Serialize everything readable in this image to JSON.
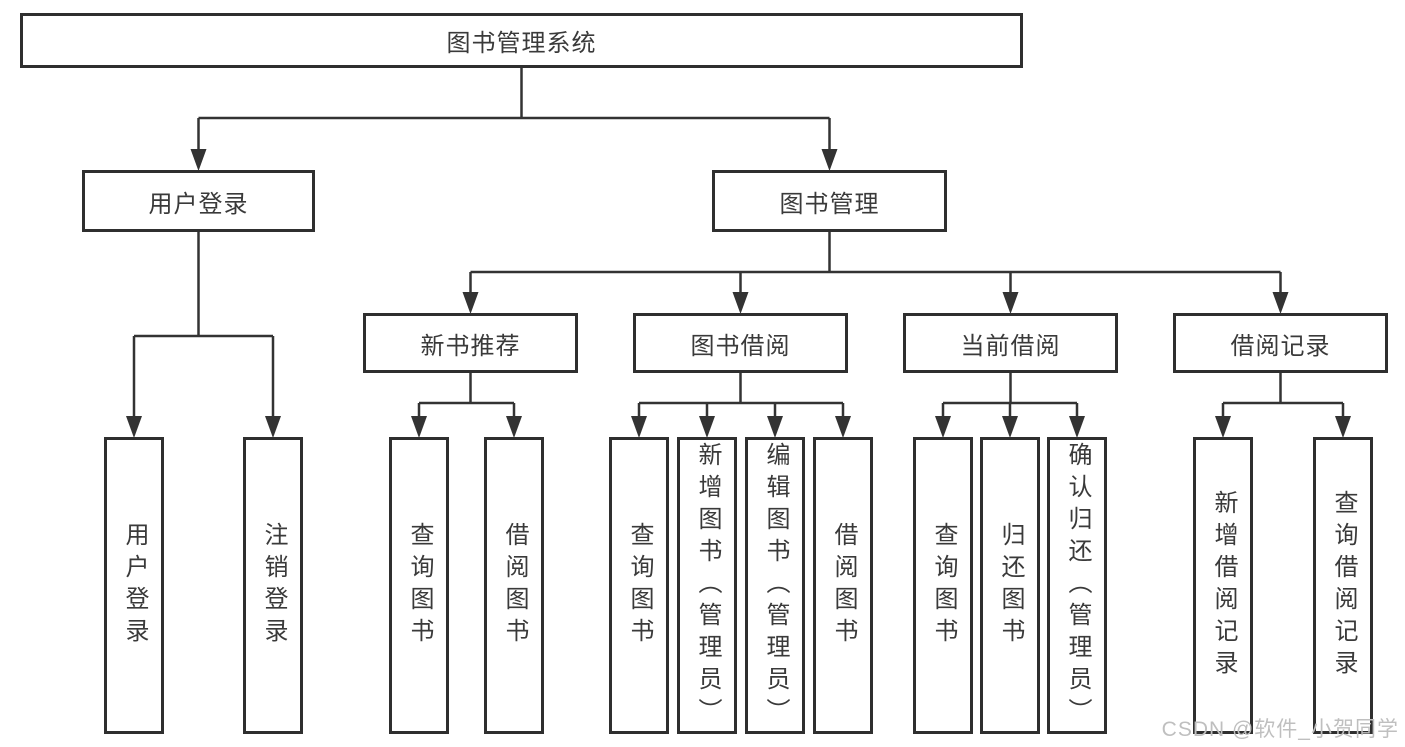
{
  "diagram": {
    "watermark": "CSDN @软件_小贺同学",
    "colors": {
      "line": "#333333",
      "box_border": "#2f2f2f",
      "text": "#3a3a3a",
      "watermark": "#bfbfbf",
      "background": "#ffffff"
    },
    "nodes": [
      {
        "id": "root",
        "label": "图书管理系统",
        "level": 1,
        "orientation": "horizontal"
      },
      {
        "id": "login",
        "label": "用户登录",
        "level": 2,
        "orientation": "horizontal"
      },
      {
        "id": "mgmt",
        "label": "图书管理",
        "level": 2,
        "orientation": "horizontal"
      },
      {
        "id": "recommend",
        "label": "新书推荐",
        "level": 3,
        "orientation": "horizontal"
      },
      {
        "id": "borrow",
        "label": "图书借阅",
        "level": 3,
        "orientation": "horizontal"
      },
      {
        "id": "current",
        "label": "当前借阅",
        "level": 3,
        "orientation": "horizontal"
      },
      {
        "id": "records",
        "label": "借阅记录",
        "level": 3,
        "orientation": "horizontal"
      },
      {
        "id": "leaf-user-login",
        "label": "用户登录",
        "level": 4,
        "orientation": "vertical"
      },
      {
        "id": "leaf-logout",
        "label": "注销登录",
        "level": 4,
        "orientation": "vertical"
      },
      {
        "id": "leaf-rec-query",
        "label": "查询图书",
        "level": 4,
        "orientation": "vertical"
      },
      {
        "id": "leaf-rec-borrow",
        "label": "借阅图书",
        "level": 4,
        "orientation": "vertical"
      },
      {
        "id": "leaf-bor-query",
        "label": "查询图书",
        "level": 4,
        "orientation": "vertical"
      },
      {
        "id": "leaf-bor-add",
        "label": "新增图书（管理员）",
        "level": 4,
        "orientation": "vertical"
      },
      {
        "id": "leaf-bor-edit",
        "label": "编辑图书（管理员）",
        "level": 4,
        "orientation": "vertical"
      },
      {
        "id": "leaf-bor-borrow",
        "label": "借阅图书",
        "level": 4,
        "orientation": "vertical"
      },
      {
        "id": "leaf-cur-query",
        "label": "查询图书",
        "level": 4,
        "orientation": "vertical"
      },
      {
        "id": "leaf-cur-return",
        "label": "归还图书",
        "level": 4,
        "orientation": "vertical"
      },
      {
        "id": "leaf-cur-confirm",
        "label": "确认归还（管理员）",
        "level": 4,
        "orientation": "vertical"
      },
      {
        "id": "leaf-log-add",
        "label": "新增借阅记录",
        "level": 4,
        "orientation": "vertical"
      },
      {
        "id": "leaf-log-query",
        "label": "查询借阅记录",
        "level": 4,
        "orientation": "vertical"
      }
    ],
    "tree": {
      "root": [
        "login",
        "mgmt"
      ],
      "login": [
        "leaf-user-login",
        "leaf-logout"
      ],
      "mgmt": [
        "recommend",
        "borrow",
        "current",
        "records"
      ],
      "recommend": [
        "leaf-rec-query",
        "leaf-rec-borrow"
      ],
      "borrow": [
        "leaf-bor-query",
        "leaf-bor-add",
        "leaf-bor-edit",
        "leaf-bor-borrow"
      ],
      "current": [
        "leaf-cur-query",
        "leaf-cur-return",
        "leaf-cur-confirm"
      ],
      "records": [
        "leaf-log-add",
        "leaf-log-query"
      ]
    }
  }
}
